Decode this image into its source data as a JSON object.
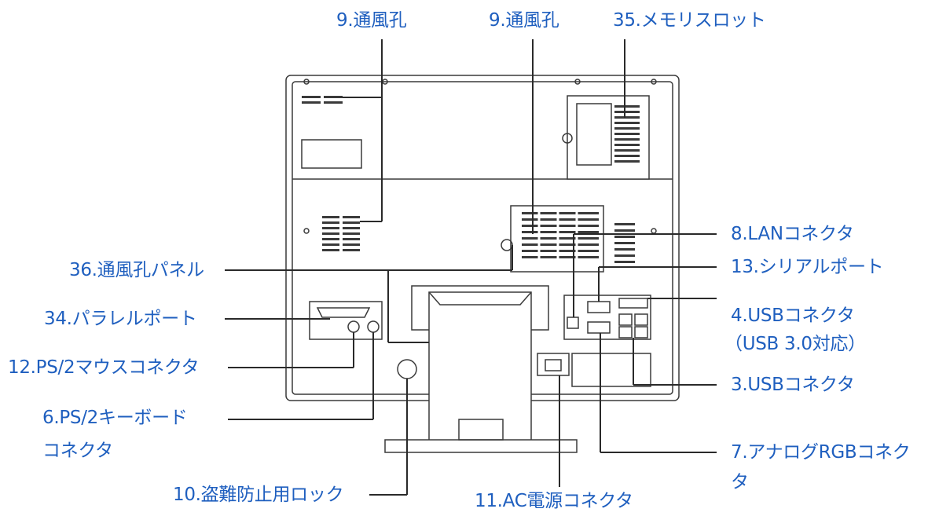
{
  "labels": {
    "vent_left": "9.通風孔",
    "vent_center": "9.通風孔",
    "memory_slot": "35.メモリスロット",
    "lan": "8.LANコネクタ",
    "vent_panel": "36.通風孔パネル",
    "serial": "13.シリアルポート",
    "usb4_line1": "4.USBコネクタ",
    "usb4_line2": "（USB 3.0対応）",
    "parallel": "34.パラレルポート",
    "ps2_mouse": "12.PS/2マウスコネクタ",
    "usb3": "3.USBコネクタ",
    "ps2_keyboard_line1": "6.PS/2キーボード",
    "ps2_keyboard_line2": "コネクタ",
    "rgb_line1": "7.アナログRGBコネク",
    "rgb_line2": "タ",
    "lock": "10.盗難防止用ロック",
    "ac": "11.AC電源コネクタ"
  },
  "colors": {
    "label": "#1f5fbf",
    "line": "#2a2a2a",
    "device": "#3a3a3a"
  }
}
